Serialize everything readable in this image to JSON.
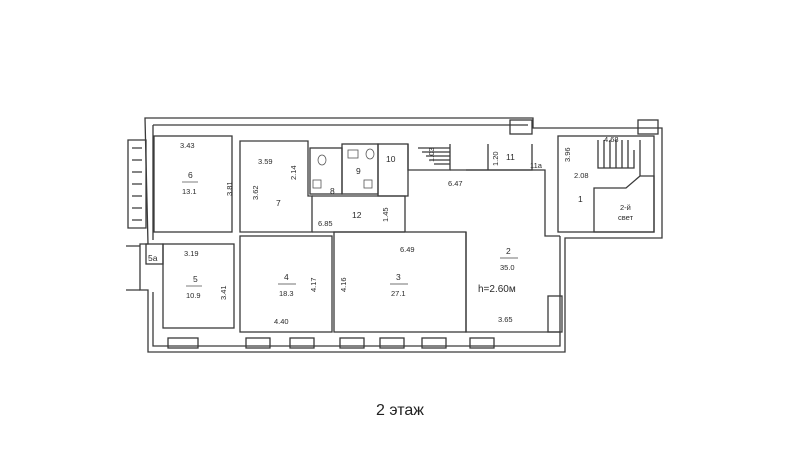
{
  "caption": "2 этаж",
  "ceiling_height": "h=2.60м",
  "rooms": {
    "r1": {
      "number": "1",
      "area": ""
    },
    "r2": {
      "number": "2",
      "area": "35.0"
    },
    "r3": {
      "number": "3",
      "area": "27.1"
    },
    "r4": {
      "number": "4",
      "area": "18.3"
    },
    "r5": {
      "number": "5",
      "area": "10.9"
    },
    "r5a": {
      "number": "5а",
      "area": ""
    },
    "r6": {
      "number": "6",
      "area": "13.1"
    },
    "r7": {
      "number": "7",
      "area": ""
    },
    "r8": {
      "number": "8",
      "area": ""
    },
    "r9": {
      "number": "9",
      "area": ""
    },
    "r10": {
      "number": "10",
      "area": ""
    },
    "r11": {
      "number": "11",
      "area": ""
    },
    "r11a": {
      "number": "11а",
      "area": ""
    },
    "r12": {
      "number": "12",
      "area": ""
    },
    "light": {
      "line1": "2-й",
      "line2": "свет"
    }
  },
  "dimensions": {
    "d343": "3.43",
    "d381": "3.81",
    "d359": "3.59",
    "d214": "2.14",
    "d362": "3.62",
    "d685": "6.85",
    "d145": "1.45",
    "d120": "1.20",
    "d103": "1.03",
    "d647": "6.47",
    "d396": "3.96",
    "d208": "2.08",
    "d468": "4.68",
    "d319": "3.19",
    "d341": "3.41",
    "d649": "6.49",
    "d417": "4.17",
    "d416": "4.16",
    "d440": "4.40",
    "d365": "3.65"
  }
}
